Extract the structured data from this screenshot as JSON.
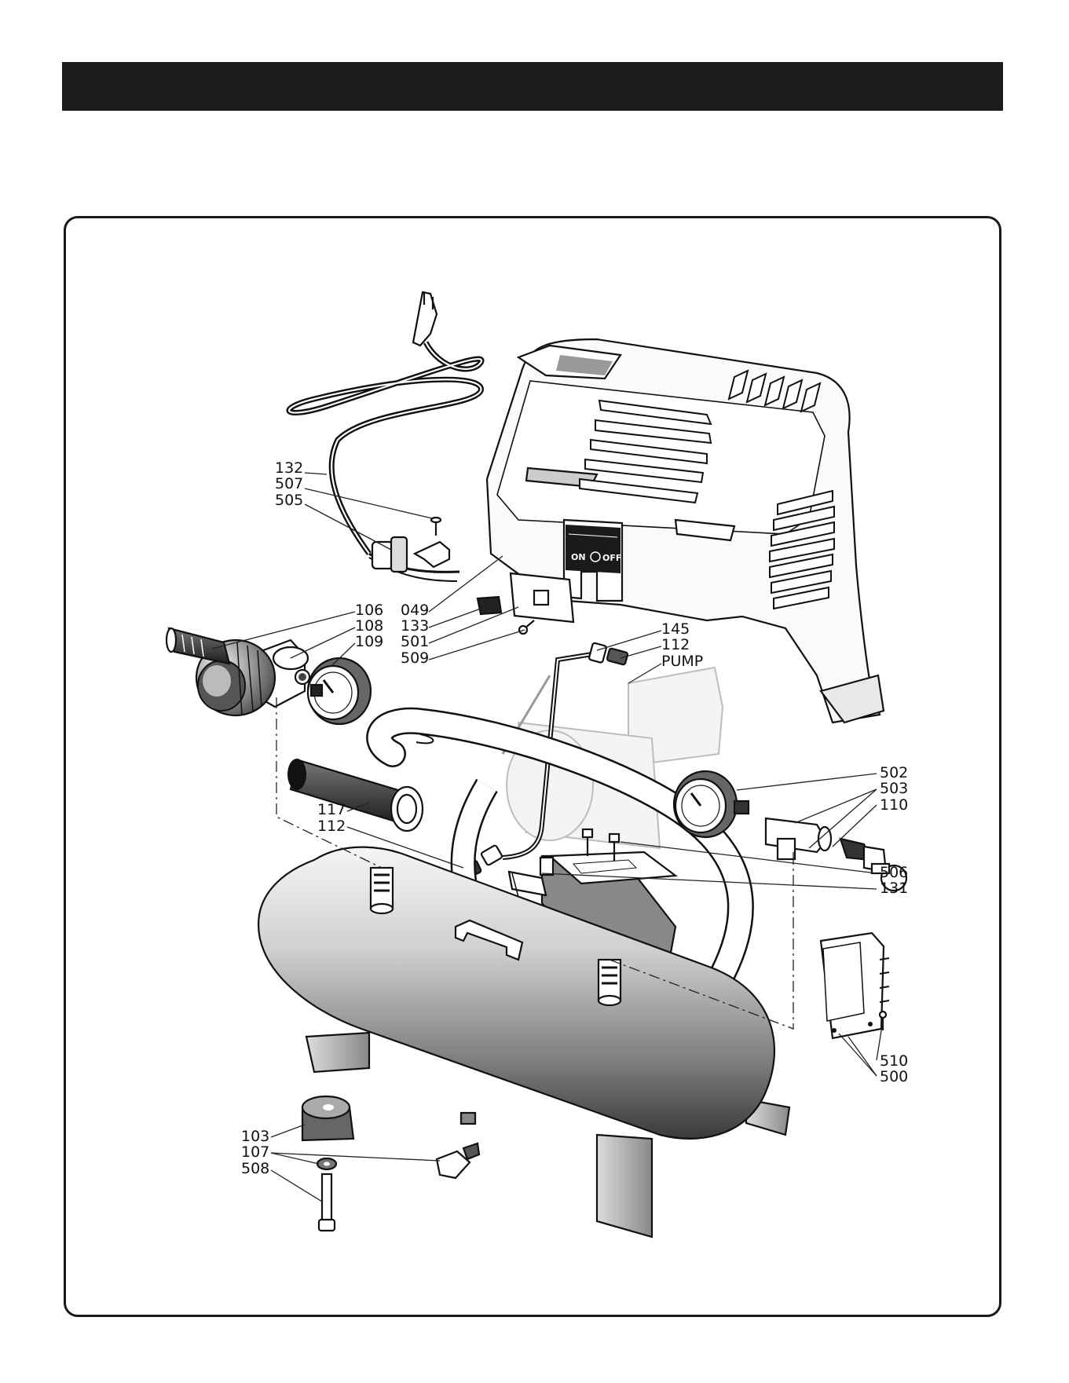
{
  "callouts": {
    "c132": "132",
    "c507": "507",
    "c505": "505",
    "c106": "106",
    "c108": "108",
    "c109": "109",
    "c049": "049",
    "c133": "133",
    "c501": "501",
    "c509": "509",
    "c145": "145",
    "c112a": "112",
    "pump": "PUMP",
    "c502": "502",
    "c503": "503",
    "c110": "110",
    "c117": "117",
    "c112b": "112",
    "c506": "506",
    "c131": "131",
    "c510": "510",
    "c500": "500",
    "c103": "103",
    "c107": "107",
    "c508": "508"
  },
  "switch": {
    "on": "ON",
    "off": "OFF"
  },
  "colors": {
    "header_bar": "#1c1c1c",
    "frame_border": "#1a1a1a",
    "line_art": "#111111"
  }
}
